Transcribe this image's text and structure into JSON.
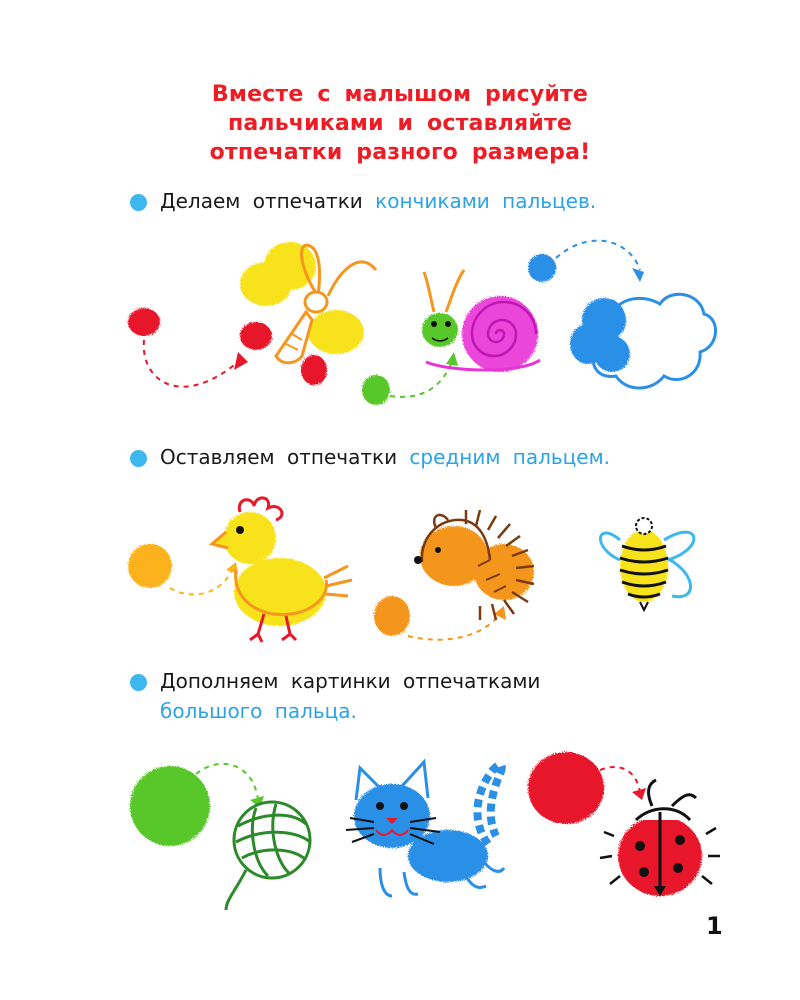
{
  "title": {
    "line1": "Вместе с малышом рисуйте",
    "line2": "пальчиками и оставляйте",
    "line3": "отпечатки разного размера!"
  },
  "sections": [
    {
      "text": "Делаем отпечатки ",
      "accent": "кончиками пальцев."
    },
    {
      "text": "Оставляем отпечатки ",
      "accent": "средним пальцем."
    },
    {
      "text": "Дополняем картинки отпечатками",
      "accent": "большого пальца."
    }
  ],
  "page_number": "1",
  "colors": {
    "title": "#ee1c24",
    "bullet": "#3db8ee",
    "accent_text": "#2aa3e8",
    "red": "#e8182b",
    "yellow": "#f7e21a",
    "green": "#58c72c",
    "magenta": "#e833d5",
    "blue": "#2c8fe6",
    "orange": "#f5961e"
  },
  "illustrations": [
    "butterfly-icon",
    "snail-icon",
    "cloud-icon",
    "chick-icon",
    "hedgehog-icon",
    "bee-icon",
    "yarn-ball-icon",
    "cat-icon",
    "ladybug-icon"
  ]
}
